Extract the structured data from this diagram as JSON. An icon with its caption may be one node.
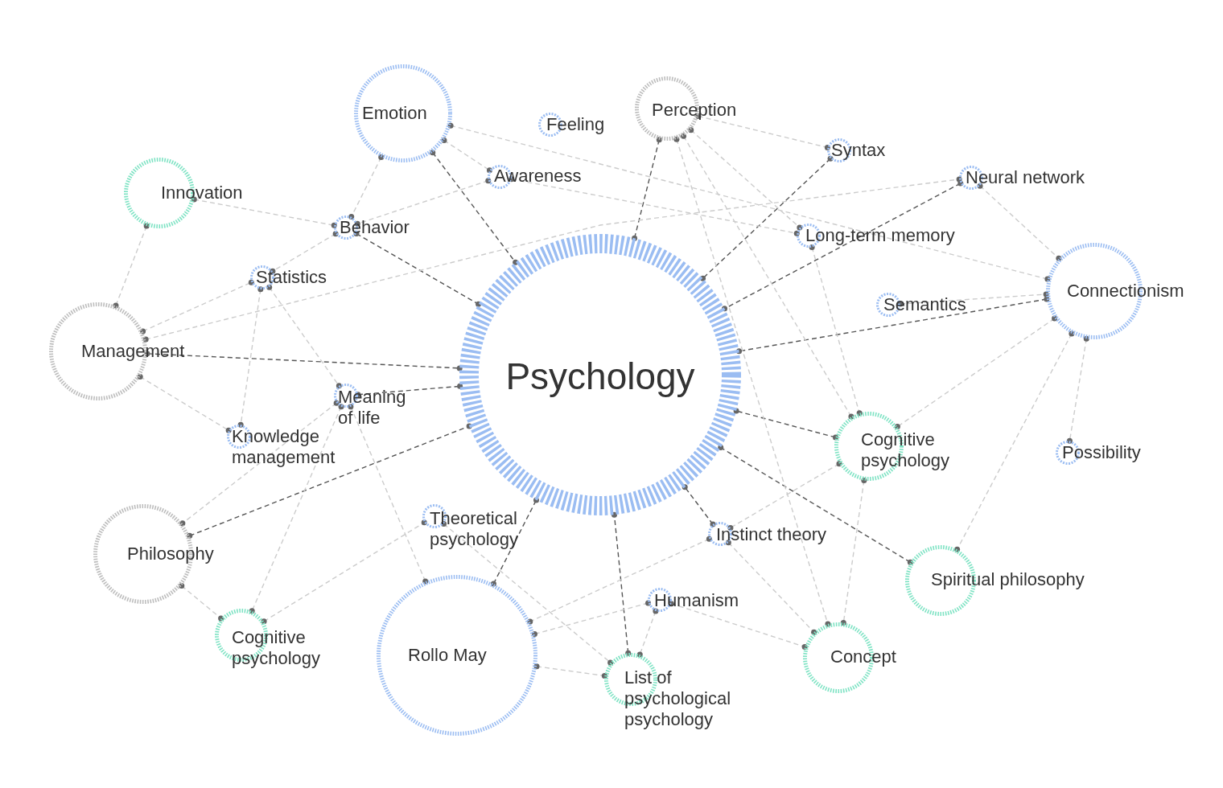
{
  "diagram": {
    "nodes": [
      {
        "text": [
          "Psychology"
        ]
      },
      {
        "text": [
          "Emotion"
        ]
      },
      {
        "text": [
          "Feeling"
        ]
      },
      {
        "text": [
          "Perception"
        ]
      },
      {
        "text": [
          "Innovation"
        ]
      },
      {
        "text": [
          "Awareness"
        ]
      },
      {
        "text": [
          "Syntax"
        ]
      },
      {
        "text": [
          "Neural network"
        ]
      },
      {
        "text": [
          "Behavior"
        ]
      },
      {
        "text": [
          "Long-term memory"
        ]
      },
      {
        "text": [
          "Statistics"
        ]
      },
      {
        "text": [
          "Connectionism"
        ]
      },
      {
        "text": [
          "Semantics"
        ]
      },
      {
        "text": [
          "Management"
        ]
      },
      {
        "text": [
          "Meaning of life"
        ]
      },
      {
        "text": [
          "Knowledge management"
        ]
      },
      {
        "text": [
          "Cognitive psychology"
        ]
      },
      {
        "text": [
          "Possibility"
        ]
      },
      {
        "text": [
          "Theoretical psychology"
        ]
      },
      {
        "text": [
          "Philosophy"
        ]
      },
      {
        "text": [
          "Instinct theory"
        ]
      },
      {
        "text": [
          "Spiritual philosophy"
        ]
      },
      {
        "text": [
          "Humanism"
        ]
      },
      {
        "text": [
          "Cognitive psychology"
        ]
      },
      {
        "text": [
          "Rollo May"
        ]
      },
      {
        "text": [
          "Concept"
        ]
      },
      {
        "text": [
          "List of psychological psychology"
        ]
      }
    ],
    "edges": [
      {
        "from": 1,
        "to": 0,
        "arrow": "other",
        "style": "dashed",
        "color": "#555555"
      },
      {
        "from": 8,
        "to": 0,
        "arrow": "other",
        "style": "dashed",
        "color": "#555555"
      },
      {
        "from": 3,
        "to": 0,
        "arrow": "other",
        "style": "dashed",
        "color": "#555555"
      },
      {
        "from": 6,
        "to": 0,
        "arrow": "other",
        "style": "dashed",
        "color": "#555555"
      },
      {
        "from": 7,
        "to": 0,
        "arrow": "other",
        "style": "dashed",
        "color": "#555555"
      },
      {
        "from": 11,
        "to": 0,
        "arrow": "other",
        "style": "dashed",
        "color": "#555555"
      },
      {
        "from": 13,
        "to": 0,
        "arrow": "other",
        "style": "dashed",
        "color": "#555555"
      },
      {
        "from": 14,
        "to": 0,
        "arrow": "other",
        "style": "dashed",
        "color": "#555555"
      },
      {
        "from": 19,
        "to": 0,
        "arrow": "other",
        "style": "dashed",
        "color": "#555555"
      },
      {
        "from": 16,
        "to": 0,
        "arrow": "other",
        "style": "dashed",
        "color": "#555555"
      },
      {
        "from": 20,
        "to": 0,
        "arrow": "other",
        "style": "dashed",
        "color": "#555555"
      },
      {
        "from": 21,
        "to": 0,
        "arrow": "other",
        "style": "dashed",
        "color": "#555555"
      },
      {
        "from": 24,
        "to": 0,
        "arrow": "other",
        "style": "dashed",
        "color": "#555555"
      },
      {
        "from": 26,
        "to": 0,
        "arrow": "other",
        "style": "dashed",
        "color": "#555555"
      },
      {
        "from": 1,
        "to": 8,
        "arrow": "other",
        "style": "dashed"
      },
      {
        "from": 1,
        "to": 5,
        "arrow": "other",
        "style": "dashed"
      },
      {
        "from": 1,
        "to": 11,
        "arrow": "other",
        "style": "dashed"
      },
      {
        "from": 5,
        "to": 8,
        "arrow": "other",
        "style": "dashed"
      },
      {
        "from": 5,
        "to": 9,
        "arrow": "other",
        "style": "dashed"
      },
      {
        "from": 4,
        "to": 8,
        "arrow": "other",
        "style": "dashed"
      },
      {
        "from": 4,
        "to": 13,
        "arrow": "other",
        "style": "dashed"
      },
      {
        "from": 8,
        "to": 10,
        "arrow": "other",
        "style": "dashed"
      },
      {
        "from": 13,
        "to": 10,
        "arrow": "other",
        "style": "dashed"
      },
      {
        "from": 13,
        "to": 7,
        "arrow": "other",
        "style": "dashed"
      },
      {
        "from": 13,
        "to": 15,
        "arrow": "other",
        "style": "dashed"
      },
      {
        "from": 10,
        "to": 15,
        "arrow": "other",
        "style": "dashed"
      },
      {
        "from": 10,
        "to": 14,
        "arrow": "other",
        "style": "dashed"
      },
      {
        "from": 14,
        "to": 19,
        "arrow": "other",
        "style": "dashed"
      },
      {
        "from": 14,
        "to": 23,
        "arrow": "other",
        "style": "dashed"
      },
      {
        "from": 14,
        "to": 24,
        "arrow": "other",
        "style": "dashed"
      },
      {
        "from": 19,
        "to": 23,
        "arrow": "other",
        "style": "dashed"
      },
      {
        "from": 23,
        "to": 18,
        "arrow": "other",
        "style": "dashed"
      },
      {
        "from": 18,
        "to": 26,
        "arrow": "other",
        "style": "dashed"
      },
      {
        "from": 3,
        "to": 6,
        "arrow": "other",
        "style": "dashed"
      },
      {
        "from": 3,
        "to": 9,
        "arrow": "other",
        "style": "dashed"
      },
      {
        "from": 3,
        "to": 16,
        "arrow": "other",
        "style": "dashed"
      },
      {
        "from": 3,
        "to": 25,
        "arrow": "other",
        "style": "dashed"
      },
      {
        "from": 9,
        "to": 16,
        "arrow": "other",
        "style": "dashed"
      },
      {
        "from": 7,
        "to": 11,
        "arrow": "other",
        "style": "dashed"
      },
      {
        "from": 12,
        "to": 11,
        "arrow": "other",
        "style": "dashed"
      },
      {
        "from": 11,
        "to": 16,
        "arrow": "other",
        "style": "dashed"
      },
      {
        "from": 11,
        "to": 21,
        "arrow": "other",
        "style": "dashed"
      },
      {
        "from": 11,
        "to": 17,
        "arrow": "other",
        "style": "dashed"
      },
      {
        "from": 16,
        "to": 20,
        "arrow": "other",
        "style": "dashed"
      },
      {
        "from": 16,
        "to": 25,
        "arrow": "other",
        "style": "dashed"
      },
      {
        "from": 20,
        "to": 24,
        "arrow": "other",
        "style": "dashed"
      },
      {
        "from": 20,
        "to": 25,
        "arrow": "other",
        "style": "dashed"
      },
      {
        "from": 22,
        "to": 24,
        "arrow": "other",
        "style": "dashed"
      },
      {
        "from": 22,
        "to": 26,
        "arrow": "other",
        "style": "dashed"
      },
      {
        "from": 22,
        "to": 25,
        "arrow": "other",
        "style": "dashed"
      },
      {
        "from": 24,
        "to": 26,
        "arrow": "other",
        "style": "dashed"
      }
    ]
  }
}
